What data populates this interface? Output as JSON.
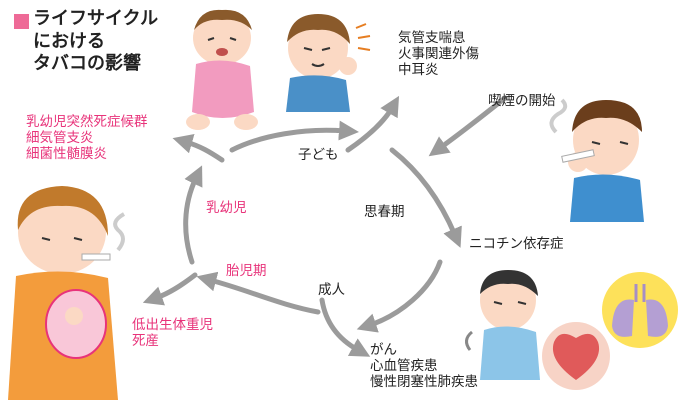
{
  "title": {
    "lines": [
      "ライフサイクル",
      "における",
      "タバコの影響"
    ]
  },
  "stages": {
    "child": "子ども",
    "adolescence": "思春期",
    "adult": "成人",
    "fetal": "胎児期",
    "infant": "乳幼児"
  },
  "effects": {
    "child": [
      "気管支喘息",
      "火事関連外傷",
      "中耳炎"
    ],
    "smoking_start": "喫煙の開始",
    "infant": [
      "乳幼児突然死症候群",
      "細気管支炎",
      "細菌性髄膜炎"
    ],
    "nicotine": "ニコチン依存症",
    "fetal": [
      "低出生体重児",
      "死産"
    ],
    "adult": [
      "がん",
      "心血管疾患",
      "慢性閉塞性肺疾患"
    ]
  },
  "colors": {
    "accent_pink": "#e8337a",
    "arrow_gray": "#9b9b9b",
    "title_mark": "#ee6a97"
  },
  "icons": [
    "crying-baby",
    "coughing-child",
    "smoking-teen",
    "pregnant-smoker",
    "sick-adult",
    "lungs",
    "heart"
  ]
}
